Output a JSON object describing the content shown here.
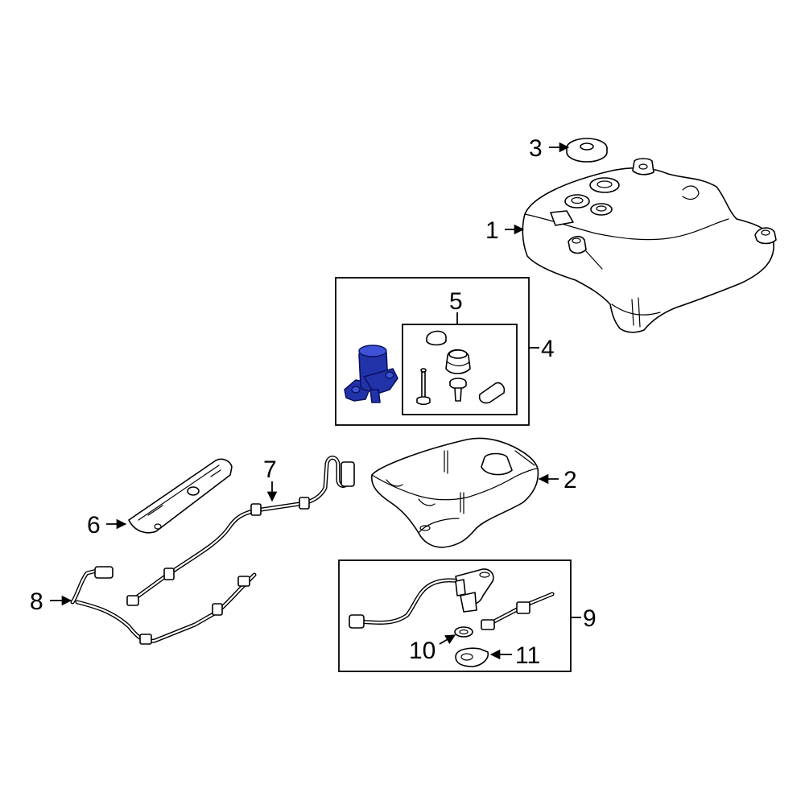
{
  "callouts": {
    "c1": "1",
    "c2": "2",
    "c3": "3",
    "c4": "4",
    "c5": "5",
    "c6": "6",
    "c7": "7",
    "c8": "8",
    "c9": "9",
    "c10": "10",
    "c11": "11"
  },
  "colors": {
    "highlight": "#2233aa",
    "line": "#000000",
    "background": "#ffffff"
  }
}
